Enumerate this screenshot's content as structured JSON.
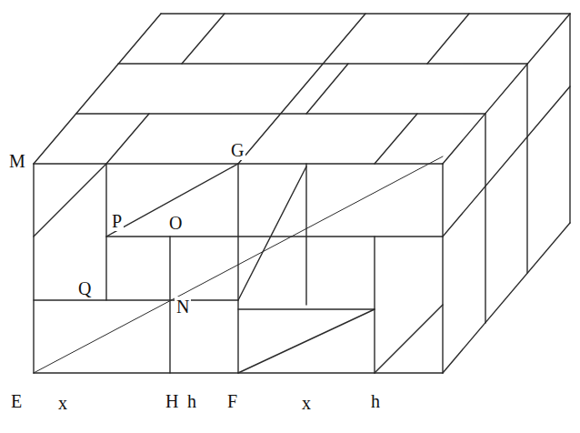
{
  "diagram": {
    "labels": [
      "M",
      "G",
      "P",
      "O",
      "Q",
      "N",
      "E",
      "x",
      "H",
      "h",
      "F",
      "x",
      "h"
    ]
  }
}
